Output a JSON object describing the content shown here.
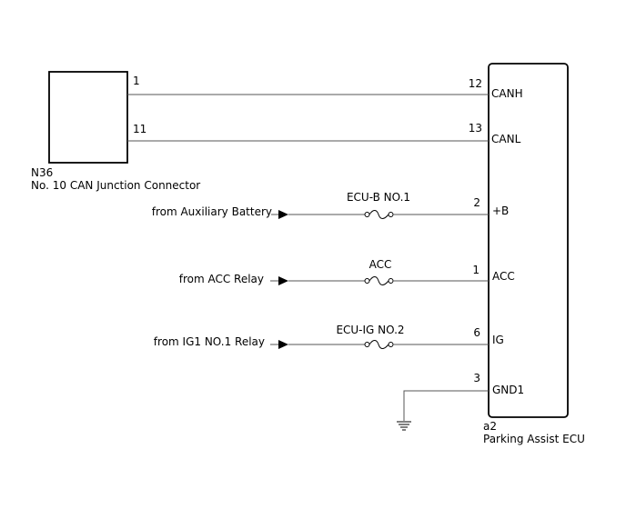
{
  "connector": {
    "code": "N36",
    "name": "No. 10 CAN Junction Connector",
    "pins": [
      "1",
      "11"
    ]
  },
  "ecu": {
    "code": "a2",
    "name": "Parking Assist ECU",
    "pins": [
      {
        "pin": "12",
        "label": "CANH"
      },
      {
        "pin": "13",
        "label": "CANL"
      },
      {
        "pin": "2",
        "label": "+B"
      },
      {
        "pin": "1",
        "label": "ACC"
      },
      {
        "pin": "6",
        "label": "IG"
      },
      {
        "pin": "3",
        "label": "GND1"
      }
    ]
  },
  "sources": [
    {
      "label": "from Auxiliary Battery",
      "fuse": "ECU-B NO.1"
    },
    {
      "label": "from ACC Relay",
      "fuse": "ACC"
    },
    {
      "label": "from IG1 NO.1 Relay",
      "fuse": "ECU-IG NO.2"
    }
  ],
  "colors": {
    "line": "#000000",
    "wire": "#555555"
  }
}
